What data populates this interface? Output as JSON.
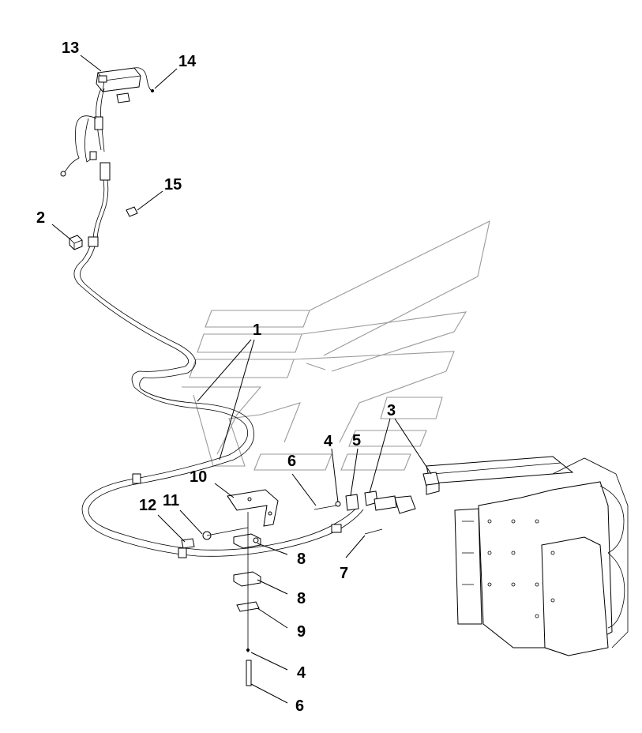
{
  "colors": {
    "line": "#000000",
    "watermark": "#9a9a9a",
    "background": "#ffffff"
  },
  "callouts": {
    "c1": "1",
    "c2": "2",
    "c3": "3",
    "c4a": "4",
    "c4b": "4",
    "c5": "5",
    "c6a": "6",
    "c6b": "6",
    "c7": "7",
    "c8a": "8",
    "c8b": "8",
    "c9": "9",
    "c10": "10",
    "c11": "11",
    "c12": "12",
    "c13": "13",
    "c14": "14",
    "c15": "15"
  }
}
